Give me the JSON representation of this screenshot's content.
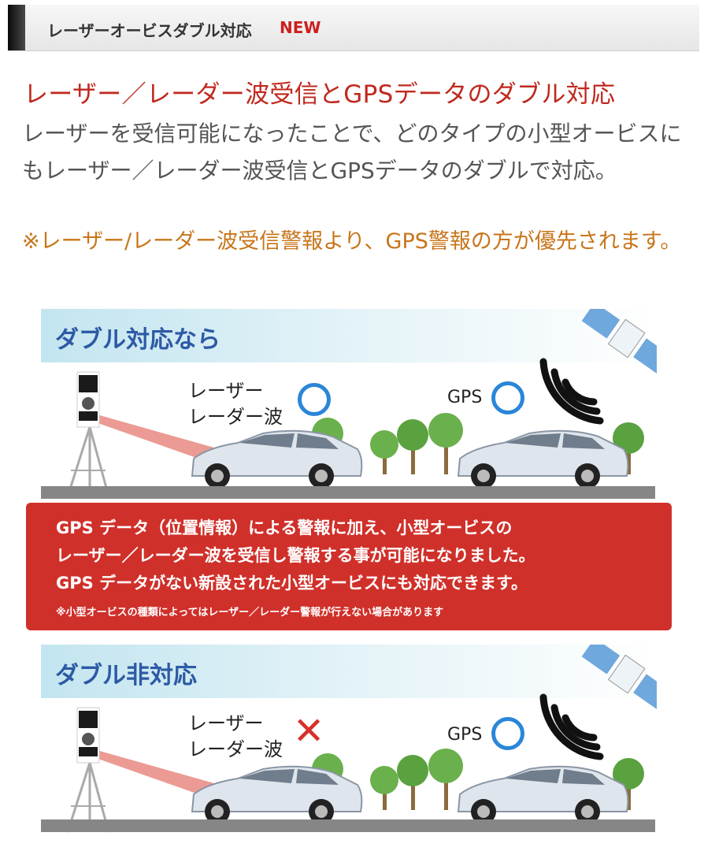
{
  "header": {
    "title": "レーザーオービスダブル対応",
    "badge": "NEW"
  },
  "headline": "レーザー／レーダー波受信とGPSデータのダブル対応",
  "description": "レーザーを受信可能になったことで、どのタイプの小型オービスにもレーザー／レーダー波受信とGPSデータのダブルで対応。",
  "note": "※レーザー/レーダー波受信警報より、GPS警報の方が優先されます。",
  "colors": {
    "headline": "#c0281e",
    "note": "#c8751a",
    "panel": "#d0302a",
    "ring": "#2a86d8",
    "cross": "#d4322a",
    "band_title": "#2d5aa5"
  },
  "scene_supported": {
    "title": "ダブル対応なら",
    "laser_label_1": "レーザー",
    "laser_label_2": "レーダー波",
    "gps_label": "GPS",
    "laser_status_icon": "circle-icon",
    "gps_status_icon": "circle-icon"
  },
  "panel": {
    "line1": "GPS データ（位置情報）による警報に加え、小型オービスの",
    "line2": "レーザー／レーダー波を受信し警報する事が可能になりました。",
    "line3": "GPS データがない新設された小型オービスにも対応できます。",
    "footnote": "※小型オービスの種類によってはレーザー／レーダー警報が行えない場合があります"
  },
  "scene_unsupported": {
    "title": "ダブル非対応",
    "laser_label_1": "レーザー",
    "laser_label_2": "レーダー波",
    "gps_label": "GPS",
    "laser_status_icon": "cross-icon",
    "gps_status_icon": "circle-icon"
  }
}
